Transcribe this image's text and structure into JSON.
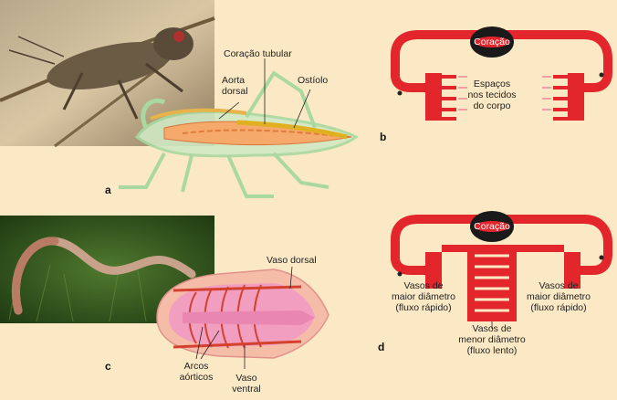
{
  "panel_a": {
    "letter": "a",
    "labels": {
      "coracao_tubular": "Coração tubular",
      "aorta_line1": "Aorta",
      "aorta_line2": "dorsal",
      "ostiolo": "Ostíolo"
    }
  },
  "panel_b": {
    "letter": "b",
    "heart": "Coração",
    "spaces_line1": "Espaços",
    "spaces_line2": "nos tecidos",
    "spaces_line3": "do corpo"
  },
  "panel_c": {
    "letter": "c",
    "labels": {
      "vaso_dorsal": "Vaso dorsal",
      "arcos_line1": "Arcos",
      "arcos_line2": "aórticos",
      "vaso_ventral_line1": "Vaso",
      "vaso_ventral_line2": "ventral"
    }
  },
  "panel_d": {
    "letter": "d",
    "heart": "Coração",
    "left": [
      "Vasos de",
      "maior diâmetro",
      "(fluxo rápido)"
    ],
    "right": [
      "Vasos de",
      "maior diâmetro",
      "(fluxo rápido)"
    ],
    "center": [
      "Vasos de",
      "menor diâmetro",
      "(fluxo lento)"
    ]
  },
  "colors": {
    "background": "#fbe9c5",
    "vessel": "#e3262c",
    "heart": "#1a1a1a",
    "insect_outline": "#a9d8a0"
  }
}
